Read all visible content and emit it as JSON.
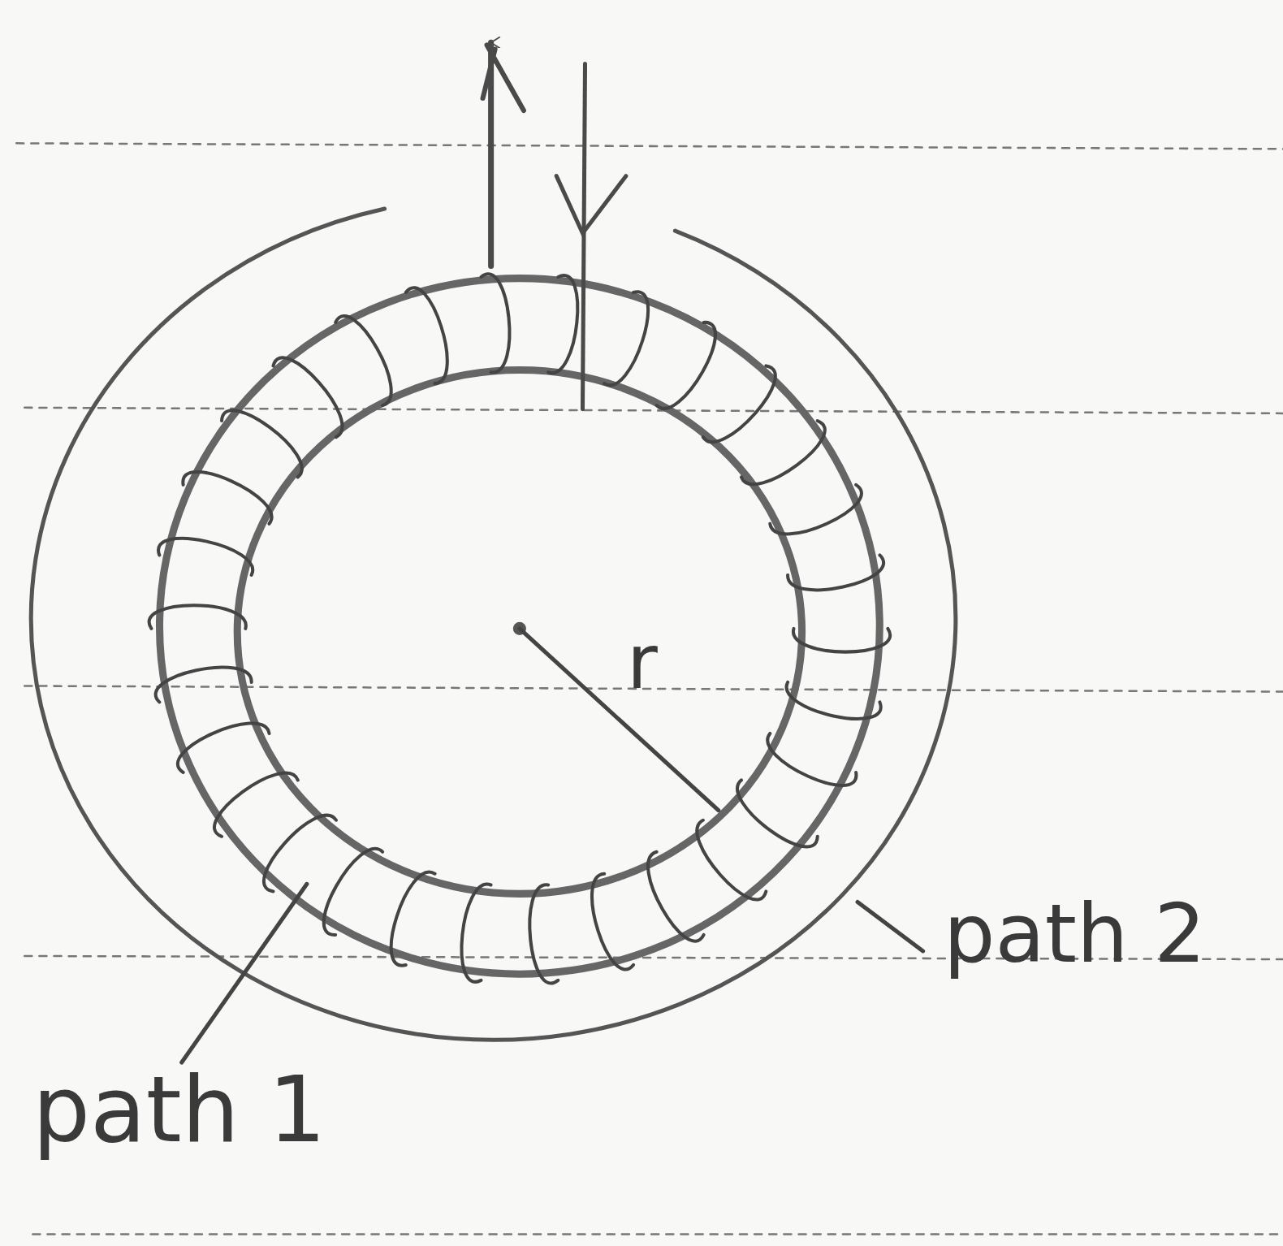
{
  "diagram": {
    "labels": [
      "r",
      "path 1",
      "path 2"
    ]
  }
}
